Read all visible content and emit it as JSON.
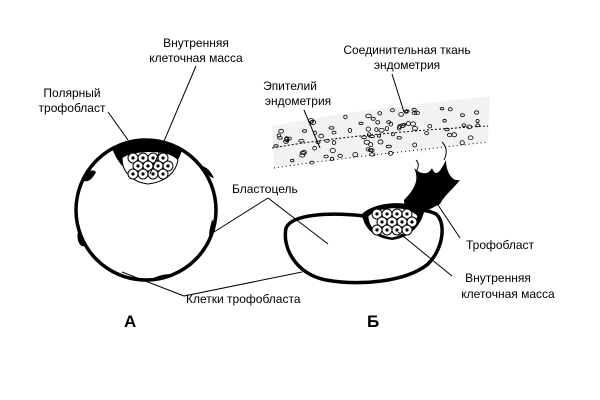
{
  "labels": {
    "inner_mass_a_1": "Внутренняя",
    "inner_mass_a_2": "клеточная масса",
    "polar_1": "Полярный",
    "polar_2": "трофобласт",
    "connective_1": "Соединительная ткань",
    "connective_2": "эндометрия",
    "epithelium_1": "Эпителий",
    "epithelium_2": "эндометрия",
    "blastocoel": "Бластоцель",
    "trophoblast": "Трофобласт",
    "inner_mass_b_1": "Внутренняя",
    "inner_mass_b_2": "клеточная масса",
    "trophoblast_cells": "Клетки трофобласта",
    "panel_a": "А",
    "panel_b": "Б"
  },
  "colors": {
    "ink": "#000000",
    "paper": "#ffffff"
  }
}
